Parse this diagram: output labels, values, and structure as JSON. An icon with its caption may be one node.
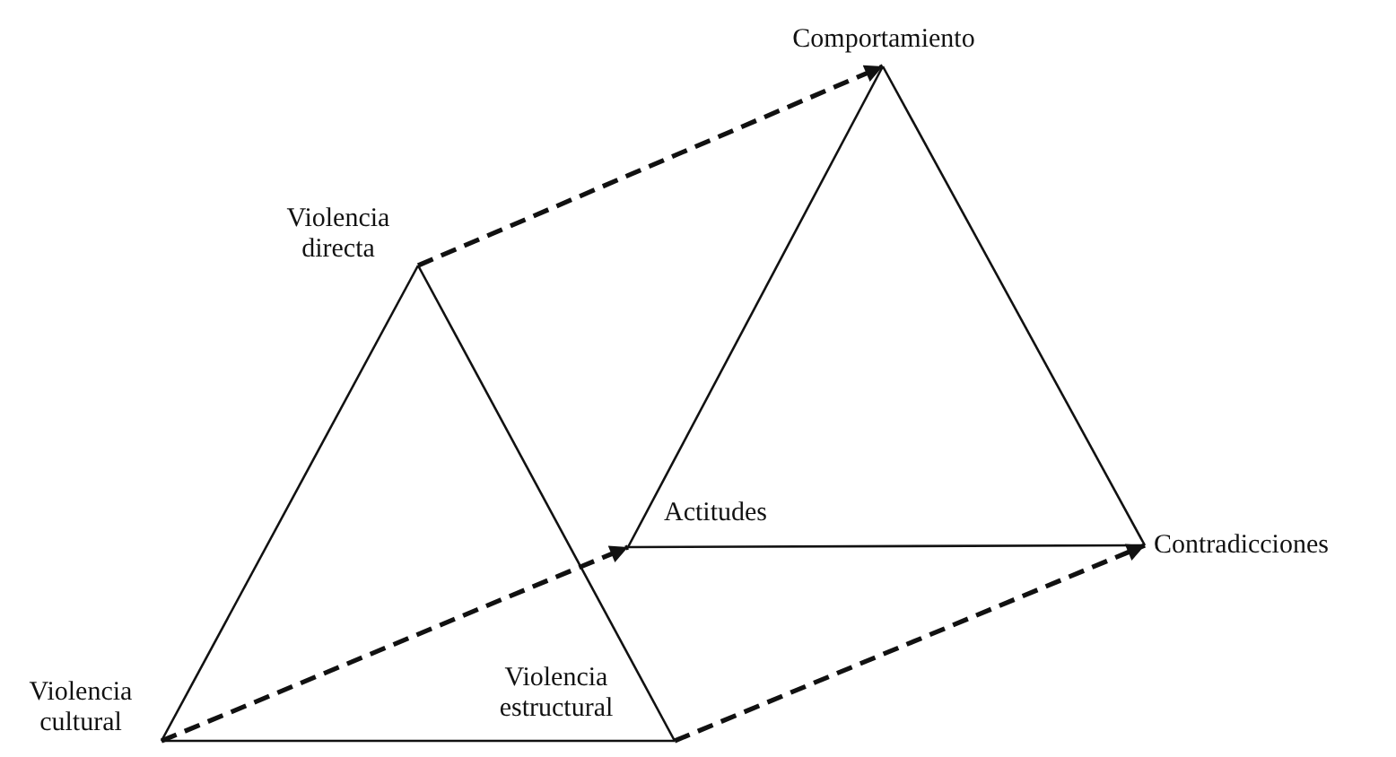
{
  "diagram": {
    "nodes": [
      {
        "text": [
          "Comportamiento"
        ]
      },
      {
        "text": [
          "Violencia directa"
        ]
      },
      {
        "text": [
          "Actitudes"
        ]
      },
      {
        "text": [
          "Contradicciones"
        ]
      },
      {
        "text": [
          "Violencia cultural"
        ]
      },
      {
        "text": [
          "Violencia estructural"
        ]
      }
    ],
    "edges": [
      {
        "from": 1,
        "to": 4,
        "arrow": "none"
      },
      {
        "from": 1,
        "to": 5,
        "arrow": "none"
      },
      {
        "from": 4,
        "to": 5,
        "arrow": "none"
      },
      {
        "from": 0,
        "to": 2,
        "arrow": "none"
      },
      {
        "from": 0,
        "to": 3,
        "arrow": "none"
      },
      {
        "from": 2,
        "to": 3,
        "arrow": "none"
      },
      {
        "from": 1,
        "to": 0,
        "arrow": "to",
        "style": "dashed"
      },
      {
        "from": 4,
        "to": 2,
        "arrow": "to",
        "style": "dashed"
      },
      {
        "from": 5,
        "to": 3,
        "arrow": "to",
        "style": "dashed"
      }
    ]
  }
}
